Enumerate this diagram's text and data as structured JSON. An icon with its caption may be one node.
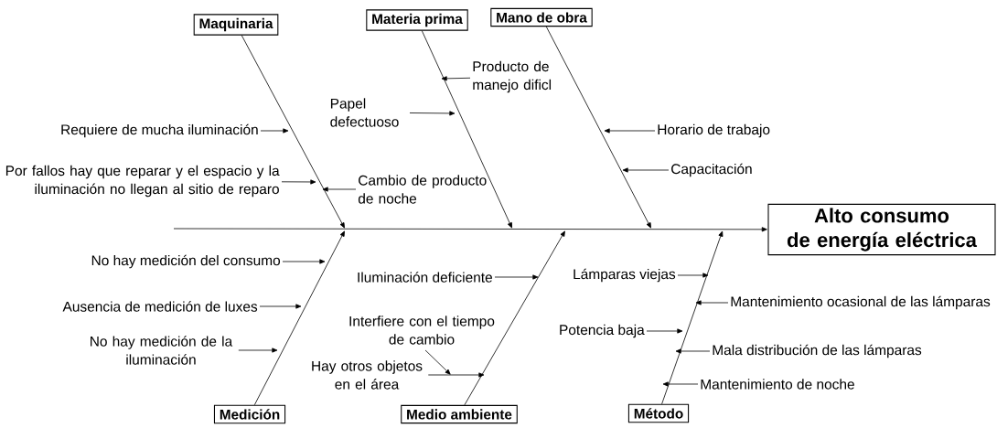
{
  "diagram": {
    "nodes": [
      {
        "text": [
          "Maquinaria"
        ]
      },
      {
        "text": [
          "Materia prima"
        ]
      },
      {
        "text": [
          "Mano de obra"
        ]
      },
      {
        "text": [
          "Producto de manejo dificl"
        ]
      },
      {
        "text": [
          "Papel defectuoso"
        ]
      },
      {
        "text": [
          "Requiere de mucha iluminación"
        ]
      },
      {
        "text": [
          "Horario de trabajo"
        ]
      },
      {
        "text": [
          "Por fallos hay que reparar y el espacio y la iluminación no llegan al sitio de reparo"
        ]
      },
      {
        "text": [
          "Cambio de producto de noche"
        ]
      },
      {
        "text": [
          "Capacitación"
        ]
      },
      {
        "text": [
          "Alto consumo de energía eléctrica"
        ]
      },
      {
        "text": [
          "No hay medición del consumo"
        ]
      },
      {
        "text": [
          "Iluminación deficiente"
        ]
      },
      {
        "text": [
          "Lámparas viejas"
        ]
      },
      {
        "text": [
          "Mantenimiento ocasional de las lámparas"
        ]
      },
      {
        "text": [
          "Ausencia de medición de luxes"
        ]
      },
      {
        "text": [
          "Potencia baja"
        ]
      },
      {
        "text": [
          "Interfiere con el tiempo de cambio"
        ]
      },
      {
        "text": [
          "No hay medición de la iluminación"
        ]
      },
      {
        "text": [
          "Mala distribución de las lámparas"
        ]
      },
      {
        "text": [
          "Hay otros objetos en el área"
        ]
      },
      {
        "text": [
          "Mantenimiento de noche"
        ]
      },
      {
        "text": [
          "Medición"
        ]
      },
      {
        "text": [
          "Medio ambiente"
        ]
      },
      {
        "text": [
          "Método"
        ]
      }
    ],
    "edges": [
      {
        "from": null,
        "to": 10,
        "arrow": "to"
      },
      {
        "from": 0,
        "to": null,
        "arrow": "to"
      },
      {
        "from": 1,
        "to": null,
        "arrow": "to"
      },
      {
        "from": 2,
        "to": null,
        "arrow": "to"
      },
      {
        "from": 22,
        "to": null,
        "arrow": "to"
      },
      {
        "from": 23,
        "to": null,
        "arrow": "to"
      },
      {
        "from": 24,
        "to": null,
        "arrow": "to"
      },
      {
        "from": 3,
        "to": null,
        "arrow": "to"
      },
      {
        "from": 4,
        "to": null,
        "arrow": "to"
      },
      {
        "from": 5,
        "to": null,
        "arrow": "to"
      },
      {
        "from": 6,
        "to": null,
        "arrow": "to"
      },
      {
        "from": 7,
        "to": null,
        "arrow": "to"
      },
      {
        "from": 8,
        "to": null,
        "arrow": "to"
      },
      {
        "from": 9,
        "to": null,
        "arrow": "to"
      },
      {
        "from": 11,
        "to": null,
        "arrow": "to"
      },
      {
        "from": 12,
        "to": null,
        "arrow": "to"
      },
      {
        "from": 13,
        "to": null,
        "arrow": "to"
      },
      {
        "from": 14,
        "to": null,
        "arrow": "to"
      },
      {
        "from": 15,
        "to": null,
        "arrow": "to"
      },
      {
        "from": 16,
        "to": null,
        "arrow": "to"
      },
      {
        "from": 17,
        "to": null,
        "arrow": "to"
      },
      {
        "from": 18,
        "to": null,
        "arrow": "to"
      },
      {
        "from": 19,
        "to": null,
        "arrow": "to"
      },
      {
        "from": 20,
        "to": null,
        "arrow": "to"
      },
      {
        "from": 21,
        "to": null,
        "arrow": "to"
      }
    ]
  }
}
